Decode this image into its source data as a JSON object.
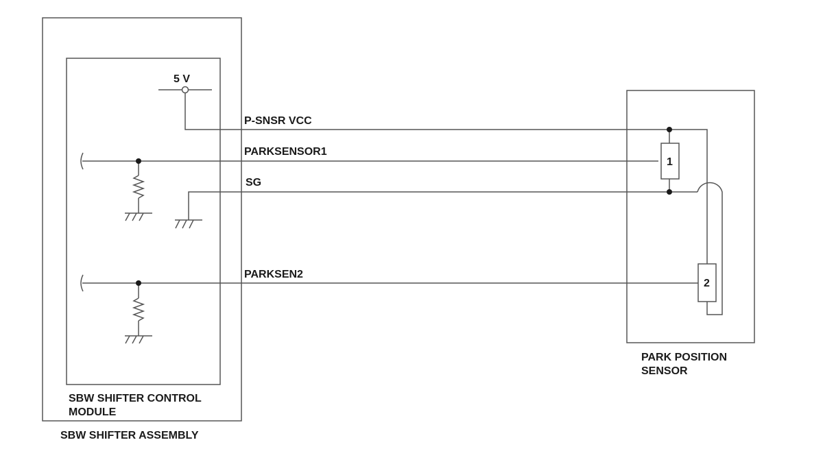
{
  "components": {
    "assembly_label": "SBW SHIFTER ASSEMBLY",
    "module_label_line1": "SBW SHIFTER CONTROL",
    "module_label_line2": "MODULE",
    "sensor_label_line1": "PARK POSITION",
    "sensor_label_line2": "SENSOR",
    "supply_label": "5 V",
    "element1_label": "1",
    "element2_label": "2"
  },
  "wires": {
    "vcc": "P-SNSR VCC",
    "parksensor1": "PARKSENSOR1",
    "sg": "SG",
    "parksen2": "PARKSEN2"
  }
}
